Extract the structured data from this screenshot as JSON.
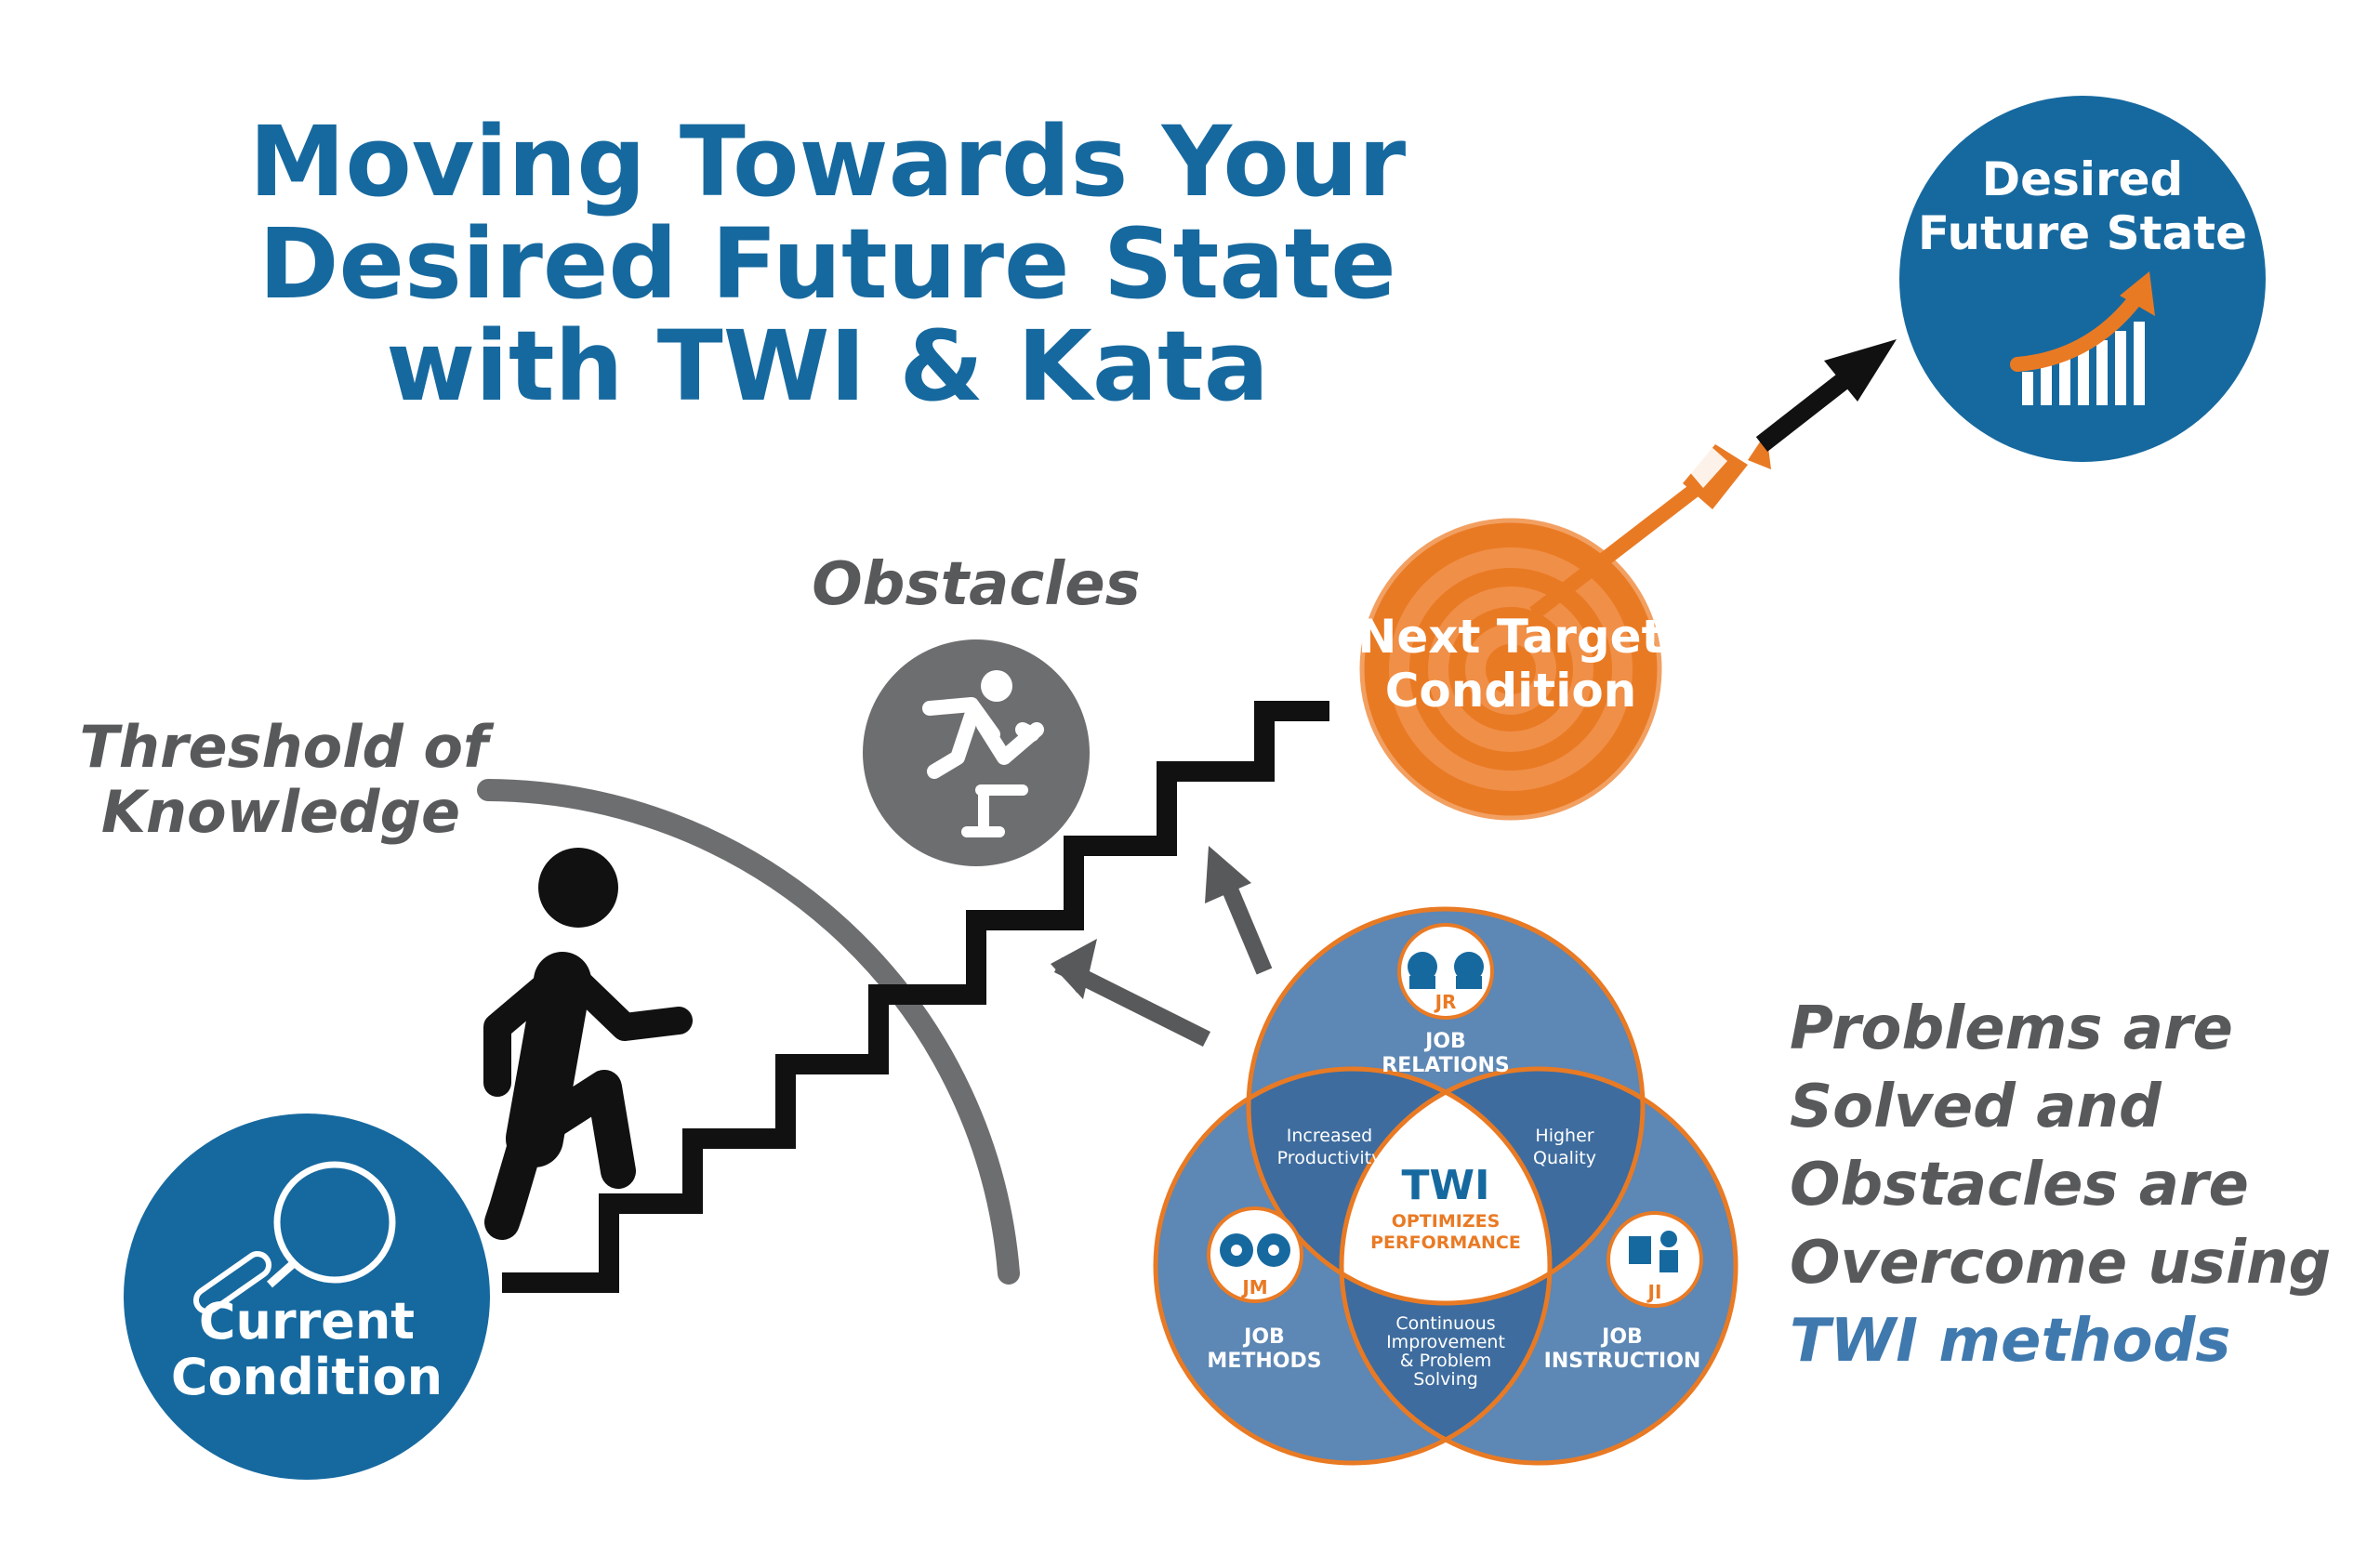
{
  "title": {
    "line1": "Moving Towards Your",
    "line2": "Desired Future State",
    "line3": "with TWI & Kata"
  },
  "desired_future_state": {
    "line1": "Desired",
    "line2": "Future State",
    "icon": "growth-chart-icon"
  },
  "next_target": {
    "line1": "Next Target",
    "line2": "Condition",
    "icon": "target-icon"
  },
  "obstacles": {
    "label": "Obstacles",
    "icon": "hurdle-jumper-icon"
  },
  "threshold": {
    "line1": "Threshold of",
    "line2": "Knowledge"
  },
  "current_condition": {
    "line1": "Current",
    "line2": "Condition",
    "icon": "magnifier-icon"
  },
  "venn": {
    "jr": {
      "badge": "JR",
      "label1": "JOB",
      "label2": "RELATIONS"
    },
    "jm": {
      "badge": "JM",
      "label1": "JOB",
      "label2": "METHODS"
    },
    "ji": {
      "badge": "JI",
      "label1": "JOB",
      "label2": "INSTRUCTION"
    },
    "overlap_jr_jm": {
      "line1": "Increased",
      "line2": "Productivity"
    },
    "overlap_jr_ji": {
      "line1": "Higher",
      "line2": "Quality"
    },
    "overlap_jm_ji": {
      "line1": "Continuous",
      "line2": "Improvement",
      "line3": "& Problem",
      "line4": "Solving"
    },
    "center": {
      "title": "TWI",
      "line1": "OPTIMIZES",
      "line2": "PERFORMANCE"
    }
  },
  "problems": {
    "line1": "Problems are",
    "line2": "Solved and",
    "line3": "Obstacles are",
    "line4": "Overcome using",
    "line5": "TWI methods"
  },
  "colors": {
    "blue": "#16699f",
    "orange": "#e97a24",
    "gray": "#6d6e70",
    "venn_blue": "#5d87b4",
    "black": "#111111"
  }
}
